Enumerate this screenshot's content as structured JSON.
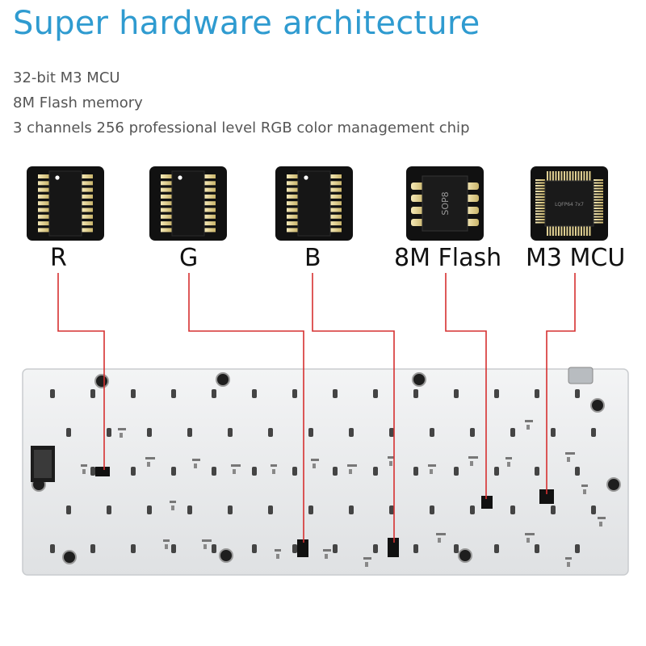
{
  "title": "Super hardware architecture",
  "features": [
    "32-bit M3 MCU",
    "8M Flash memory",
    "3 channels 256 professional level RGB color management chip"
  ],
  "chips": [
    {
      "label": "R",
      "kind": "sop-16"
    },
    {
      "label": "G",
      "kind": "sop-16"
    },
    {
      "label": "B",
      "kind": "sop-16"
    },
    {
      "label": "8M Flash",
      "kind": "sop-8",
      "marking": "SOP8"
    },
    {
      "label": "M3 MCU",
      "kind": "lqfp",
      "marking": "LQFP64  7x7"
    }
  ],
  "colors": {
    "title": "#2f9bd0",
    "connector_line": "#d63030",
    "chip_tile": "#111111",
    "pin": "#e8d79a",
    "pcb": "#e9ebec"
  }
}
